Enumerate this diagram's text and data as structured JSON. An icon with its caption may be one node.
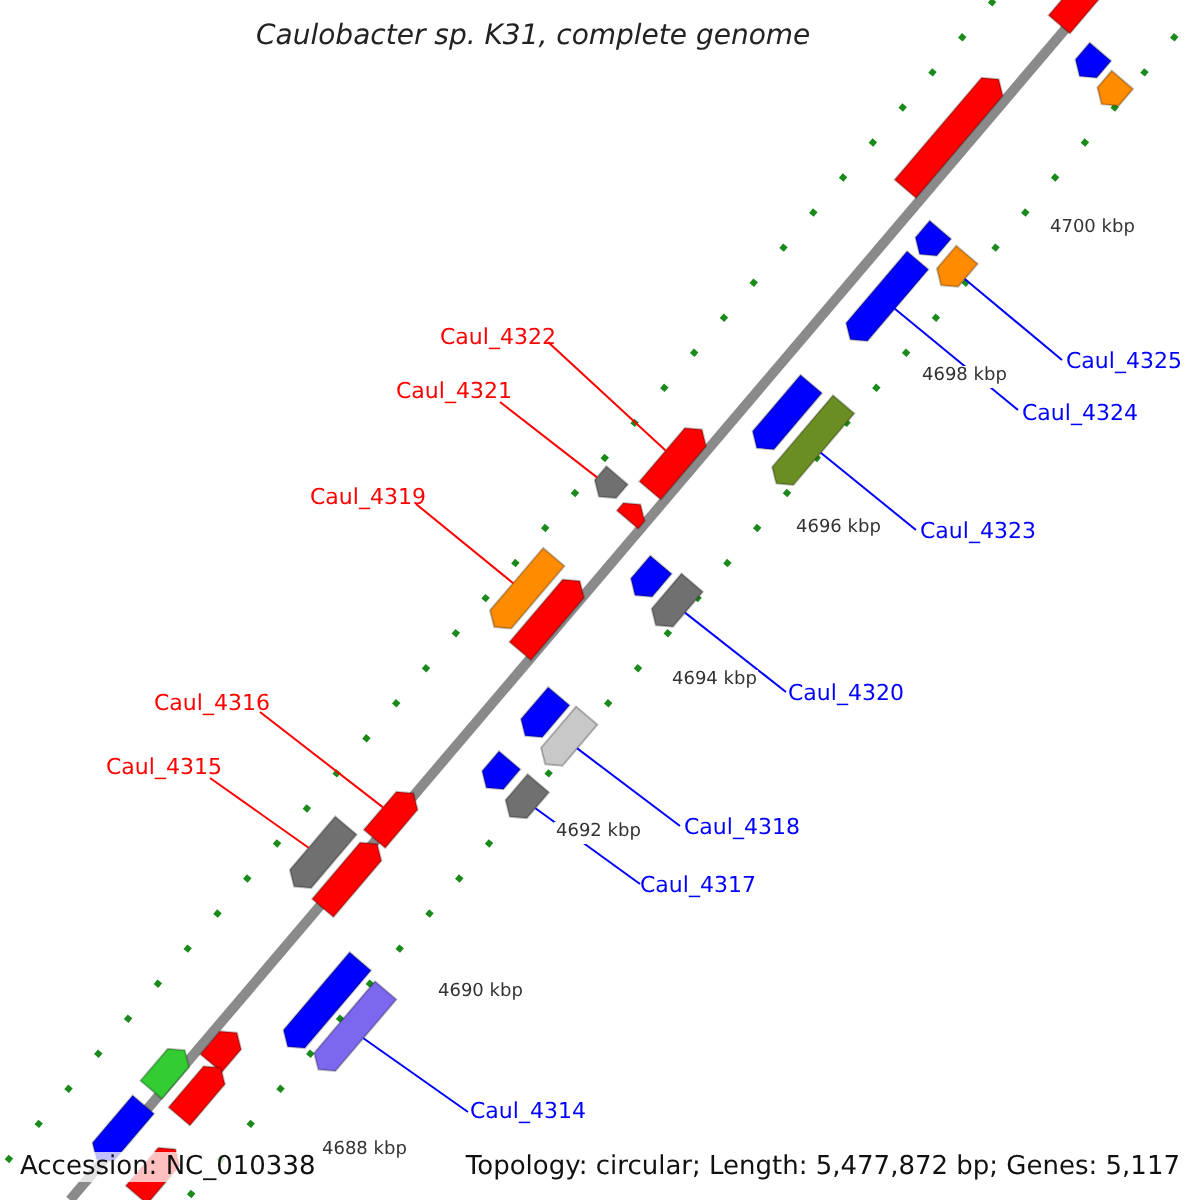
{
  "diagram": {
    "title": "Caulobacter sp. K31, complete genome",
    "nodes": [
      {
        "text": [
          "Caul_4322"
        ]
      },
      {
        "text": [
          "Caul_4325"
        ]
      },
      {
        "text": [
          "Caul_4321"
        ]
      },
      {
        "text": [
          "Caul_4324"
        ]
      },
      {
        "text": [
          "Caul_4319"
        ]
      },
      {
        "text": [
          "Caul_4323"
        ]
      },
      {
        "text": [
          "Caul_4320"
        ]
      },
      {
        "text": [
          "Caul_4316"
        ]
      },
      {
        "text": [
          "Caul_4315"
        ]
      },
      {
        "text": [
          "Caul_4318"
        ]
      },
      {
        "text": [
          "Caul_4317"
        ]
      },
      {
        "text": [
          "Caul_4314"
        ]
      },
      {
        "text": [],
        "shape": "bar"
      },
      {
        "text": [],
        "shape": "bar"
      },
      {
        "text": [],
        "shape": "bar"
      },
      {
        "text": [],
        "shape": "bar"
      },
      {
        "text": [],
        "shape": "bar"
      },
      {
        "text": [],
        "shape": "bar"
      },
      {
        "text": [],
        "shape": "bar"
      },
      {
        "text": [],
        "shape": "bar"
      },
      {
        "text": [],
        "shape": "bar"
      },
      {
        "text": [],
        "shape": "bar"
      },
      {
        "text": [],
        "shape": "bar"
      },
      {
        "text": [],
        "shape": "bar"
      },
      {
        "text": [],
        "shape": "bar"
      },
      {
        "text": [],
        "shape": "bar"
      },
      {
        "text": [],
        "shape": "bar"
      },
      {
        "text": [],
        "shape": "bar"
      },
      {
        "text": [],
        "shape": "bar"
      },
      {
        "text": [],
        "shape": "bar"
      },
      {
        "text": [],
        "shape": "bar"
      },
      {
        "text": [],
        "shape": "bar"
      },
      {
        "text": [],
        "shape": "bar"
      },
      {
        "text": [],
        "shape": "bar"
      },
      {
        "text": [],
        "shape": "bar"
      },
      {
        "text": [],
        "shape": "bar"
      },
      {
        "text": [],
        "shape": "bar"
      },
      {
        "text": [],
        "shape": "bar"
      },
      {
        "text": [],
        "shape": "bar"
      },
      {
        "text": [],
        "shape": "bar"
      },
      {
        "text": [],
        "shape": "bar"
      },
      {
        "text": [],
        "shape": "bar"
      }
    ],
    "edges": [
      {
        "from": 0,
        "to": 21,
        "arrow": "none",
        "color": "#ff0000"
      },
      {
        "from": 1,
        "to": 17,
        "arrow": "none"
      },
      {
        "from": 2,
        "to": 22,
        "arrow": "none",
        "color": "#ff0000"
      },
      {
        "from": 3,
        "to": 18,
        "arrow": "none"
      },
      {
        "from": 4,
        "to": 25,
        "arrow": "none",
        "color": "#ff0000"
      },
      {
        "from": 5,
        "to": 20,
        "arrow": "none"
      },
      {
        "from": 6,
        "to": 26,
        "arrow": "none"
      },
      {
        "from": 7,
        "to": 32,
        "arrow": "none",
        "color": "#ff0000"
      },
      {
        "from": 8,
        "to": 33,
        "arrow": "none",
        "color": "#ff0000"
      },
      {
        "from": 9,
        "to": 29,
        "arrow": "none"
      },
      {
        "from": 10,
        "to": 31,
        "arrow": "none"
      },
      {
        "from": 11,
        "to": 36,
        "arrow": "none"
      }
    ],
    "labels": [
      "4700 kbp",
      "4698 kbp",
      "4696 kbp",
      "4694 kbp",
      "4692 kbp",
      "4690 kbp",
      "4688 kbp",
      "Accession: NC_010338",
      "Topology: circular; Length: 5,477,872 bp; Genes: 5,117"
    ]
  }
}
